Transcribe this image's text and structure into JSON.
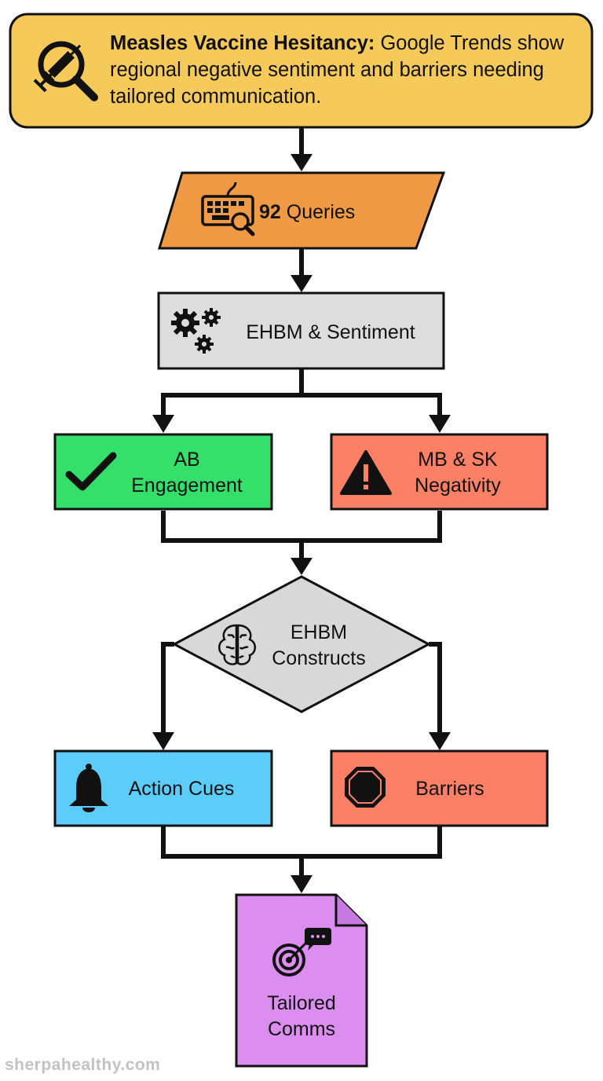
{
  "header": {
    "title_bold": "Measles Vaccine Hesitancy:",
    "title_rest": " Google Trends show regional negative sentiment and barriers needing tailored communication.",
    "icon": "syringe-magnifier-icon"
  },
  "nodes": {
    "queries": {
      "count": "92",
      "label": " Queries",
      "icon": "keyboard-search-icon"
    },
    "ehbm_sentiment": {
      "label": "EHBM & Sentiment",
      "icon": "gears-icon"
    },
    "ab_engagement": {
      "line1": "AB",
      "line2": "Engagement",
      "icon": "checkmark-icon"
    },
    "mb_sk_negativity": {
      "line1": "MB & SK",
      "line2": "Negativity",
      "icon": "warning-icon"
    },
    "ehbm_constructs": {
      "line1": "EHBM",
      "line2": "Constructs",
      "icon": "brain-icon"
    },
    "action_cues": {
      "label": "Action Cues",
      "icon": "bell-icon"
    },
    "barriers": {
      "label": "Barriers",
      "icon": "stop-sign-icon"
    },
    "tailored_comms": {
      "line1": "Tailored",
      "line2": "Comms",
      "icon": "target-message-icon"
    }
  },
  "colors": {
    "header": "#f5c95a",
    "queries": "#f19a45",
    "ehbm_sentiment": "#dddddd",
    "ab_engagement": "#34e06a",
    "negative": "#fb8066",
    "constructs": "#d8d8d8",
    "action_cues": "#5ccdfb",
    "tailored_comms": "#dc8ef0"
  },
  "watermark": "sherpahealthy.com"
}
